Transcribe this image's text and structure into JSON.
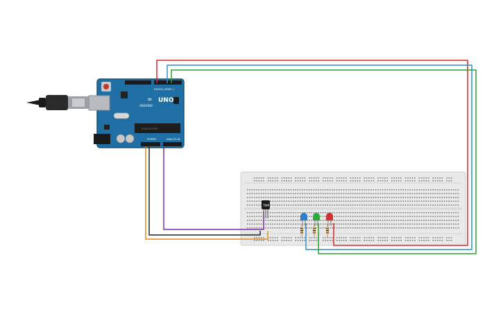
{
  "arduino": {
    "brand": "UNO",
    "logo_symbol": "∞",
    "logo_word": "ARDUINO",
    "digital_header": "DIGITAL (PWM~)",
    "power_header": "POWER",
    "analog_header": "ANALOG IN",
    "chip_label": "ATMEGA328P"
  },
  "sensor": {
    "label": "TMP"
  },
  "colors": {
    "board": "#1f6fa5",
    "board_dark": "#17557f",
    "breadboard": "#e9e9e9",
    "wire_red": "#d62728",
    "wire_blue": "#2b8fd1",
    "wire_green": "#2ca02c",
    "wire_black": "#222222",
    "wire_purple": "#7b2fa8",
    "wire_orange": "#e08a1c",
    "led_blue": "#2f7fc8",
    "led_green": "#2faa3a",
    "led_red": "#d03030"
  },
  "leds": [
    {
      "color": "blue"
    },
    {
      "color": "green"
    },
    {
      "color": "red"
    }
  ]
}
